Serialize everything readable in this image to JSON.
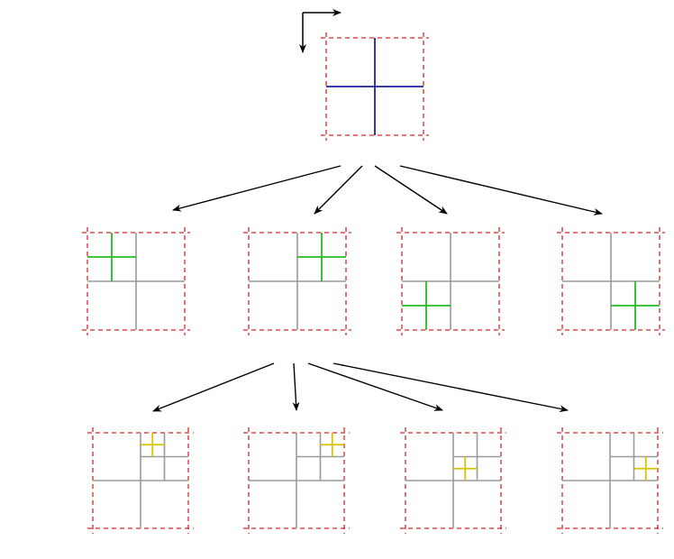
{
  "diagram": {
    "type": "quadtree-subdivision",
    "levels": 3,
    "colors": {
      "boundary": "#d62828",
      "root_split": "#1f1fa8",
      "level1_split": "#22bb22",
      "level2_split": "#d4c400",
      "inactive_split": "#9a9a9a",
      "arrow": "#000000"
    },
    "root": {
      "selected_quadrant": null
    },
    "level1": [
      {
        "selected_quadrant": "top-left"
      },
      {
        "selected_quadrant": "top-right"
      },
      {
        "selected_quadrant": "bottom-left"
      },
      {
        "selected_quadrant": "bottom-right"
      }
    ],
    "level2": {
      "parent_quadrant": "top-right",
      "children": [
        {
          "selected_subquadrant": "top-left"
        },
        {
          "selected_subquadrant": "top-right"
        },
        {
          "selected_subquadrant": "bottom-left"
        },
        {
          "selected_subquadrant": "bottom-right"
        }
      ]
    }
  }
}
